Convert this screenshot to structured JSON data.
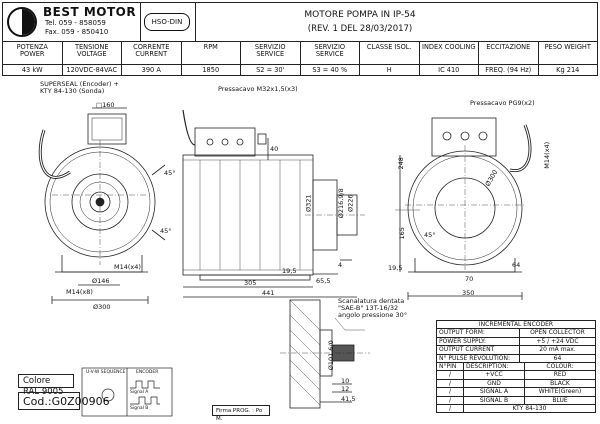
{
  "brand": {
    "name": "BEST MOTOR",
    "tel": "Tel. 059 - 858059",
    "fax": "Fax. 059 - 850410"
  },
  "hso_logo": "HSO-DIN",
  "title": {
    "main": "MOTORE POMPA IN IP-54",
    "revision": "(REV. 1 DEL 28/03/2017)"
  },
  "specs": [
    {
      "header": "POTENZA POWER",
      "value": "43 kW"
    },
    {
      "header": "TENSIONE VOLTAGE",
      "value": "120VDC-84VAC"
    },
    {
      "header": "CORRENTE CURRENT",
      "value": "390 A"
    },
    {
      "header": "RPM",
      "value": "1850"
    },
    {
      "header": "SERVIZIO SERVICE",
      "value": "S2 = 30'"
    },
    {
      "header": "SERVIZIO SERVICE",
      "value": "S3 = 40 %"
    },
    {
      "header": "CLASSE ISOL.",
      "value": "H"
    },
    {
      "header": "INDEX COOLING",
      "value": "IC 410"
    },
    {
      "header": "ECCITAZIONE",
      "value": "FREQ. (94 Hz)"
    },
    {
      "header": "PESO WEIGHT",
      "value": "Kg 214"
    }
  ],
  "annotations": {
    "superseal": "SUPERSEAL (Encoder) +",
    "kty_sonda": "KTY 84-130 (Sonda)",
    "pressacavo_m32": "Pressacavo M32x1,5(x3)",
    "pressacavo_pg": "Pressacavo PG9(x2)",
    "scanalatura_1": "Scanalatura dentata",
    "scanalatura_2": "\"SAE-B\" 13T-16/32",
    "scanalatura_3": "angolo pressione 30°"
  },
  "dims": {
    "sq160": "□160",
    "d146": "Ø146",
    "d300_front": "Ø300",
    "m14x4": "M14(x4)",
    "m14x8": "M14(x8)",
    "d45_front": "45°",
    "d40": "40",
    "d321": "Ø321",
    "d216": "Ø216,9/8",
    "d226": "Ø226",
    "d45_side": "45°",
    "d19_5a": "19,5",
    "d4": "4",
    "d65_5": "65,5",
    "d305": "305",
    "d441": "441",
    "d_m14x4_r": "M14(x4)",
    "d300_rear": "Ø300",
    "d248": "248",
    "d165": "165",
    "d45_rear": "45°",
    "d64": "64",
    "d19_5b": "19,5",
    "d70": "70",
    "d350": "350",
    "d10": "10",
    "d12": "12",
    "d41_5": "41,5",
    "d101": "Ø101,6/0"
  },
  "encoder": {
    "title": "INCREMENTAL ENCODER",
    "rows": [
      {
        "label": "OUTPUT FORM:",
        "value": "OPEN COLLECTOR"
      },
      {
        "label": "POWER SUPPLY:",
        "value": "+5 / +24 VDC"
      },
      {
        "label": "OUTPUT CURRENT",
        "value": "20 mA  max."
      },
      {
        "label": "N° PULSE REVOLUTION:",
        "value": "64"
      }
    ],
    "pin_header": [
      "N°PIN",
      "DESCRIPTION:",
      "COLOUR:"
    ],
    "pins": [
      {
        "pin": "/",
        "desc": "+VCC",
        "color": "RED"
      },
      {
        "pin": "/",
        "desc": "GND",
        "color": "BLACK"
      },
      {
        "pin": "/",
        "desc": "SIGNAL A",
        "color": "WHITE(Green)"
      },
      {
        "pin": "/",
        "desc": "SIGNAL B",
        "color": "BLUE"
      },
      {
        "pin": "/",
        "desc": "KTY 84-130",
        "color": ""
      }
    ]
  },
  "bottom": {
    "color_label": "Colore RAL 9005",
    "code_label": "Cod.:G0Z00906",
    "uvw": "U-V-W SEQUENCE",
    "encoder_small": "ENCODER",
    "signal_a": "Signal A",
    "signal_b": "Signal B",
    "firma": "Firma PROG. : Po M."
  }
}
